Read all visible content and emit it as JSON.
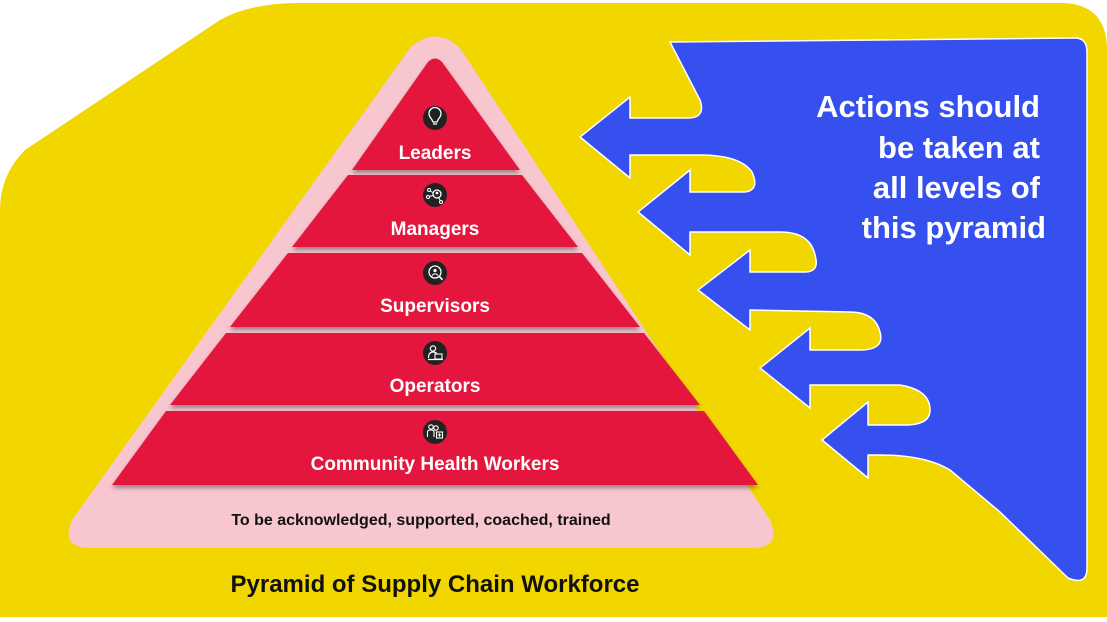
{
  "levels": [
    {
      "label": "Leaders",
      "icon": "lightbulb-icon"
    },
    {
      "label": "Managers",
      "icon": "network-person-icon"
    },
    {
      "label": "Supervisors",
      "icon": "search-person-icon"
    },
    {
      "label": "Operators",
      "icon": "computer-user-icon"
    },
    {
      "label": "Community Health Workers",
      "icon": "health-worker-icon"
    }
  ],
  "base_caption": "To be acknowledged, supported, coached, trained",
  "diagram_title": "Pyramid of Supply Chain Workforce",
  "callout": {
    "lines": [
      "Actions should",
      "be taken at",
      "all levels of",
      "this pyramid"
    ]
  },
  "colors": {
    "background_yellow": "#f2d600",
    "pyramid_outer_pink": "#f7c6cf",
    "tier_red": "#e5143c",
    "icon_dark": "#222222",
    "callout_blue": "#3550ee",
    "text_white": "#ffffff",
    "text_dark": "#111111"
  }
}
